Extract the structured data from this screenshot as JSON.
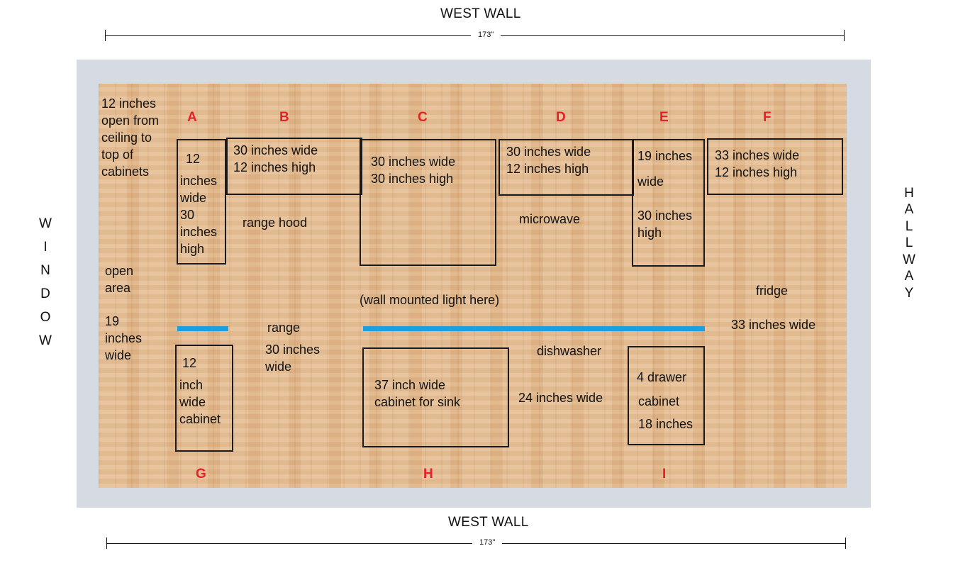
{
  "walls": {
    "top": "WEST WALL",
    "bottom": "WEST WALL",
    "left": [
      "W",
      "I",
      "N",
      "D",
      "O",
      "W"
    ],
    "right": [
      "H",
      "A",
      "L",
      "L",
      "W",
      "A",
      "Y"
    ]
  },
  "dimensions": {
    "top": "173\"",
    "bottom": "173\""
  },
  "notes": {
    "ceiling": [
      "12 inches",
      "open from",
      "ceiling to",
      "top of",
      "cabinets"
    ],
    "open_area": [
      "open",
      "area"
    ],
    "open_width": [
      "19",
      "inches",
      "wide"
    ],
    "range_hood": "range hood",
    "microwave": "microwave",
    "light": "(wall mounted light here)",
    "range": [
      "range",
      "30 inches",
      "wide"
    ],
    "dishwasher": "dishwasher",
    "dishwasher_width": "24 inches wide",
    "fridge": "fridge",
    "fridge_width": "33 inches wide"
  },
  "upper_cabinets": {
    "A": {
      "letter": "A",
      "lines": [
        "12",
        "inches",
        "wide",
        "30",
        "inches",
        "high"
      ]
    },
    "B": {
      "letter": "B",
      "lines": [
        "30 inches wide",
        "12 inches high"
      ]
    },
    "C": {
      "letter": "C",
      "lines": [
        "30 inches wide",
        "30 inches high"
      ]
    },
    "D": {
      "letter": "D",
      "lines": [
        "30 inches wide",
        "12 inches high"
      ]
    },
    "E": {
      "letter": "E",
      "lines": [
        "19 inches",
        "wide",
        "30 inches",
        "high"
      ]
    },
    "F": {
      "letter": "F",
      "lines": [
        "33 inches wide",
        "12 inches high"
      ]
    }
  },
  "lower_cabinets": {
    "G": {
      "letter": "G",
      "lines": [
        "12",
        "inch",
        "wide",
        "cabinet"
      ]
    },
    "H": {
      "letter": "H",
      "lines": [
        "37 inch wide",
        "cabinet for sink"
      ]
    },
    "I": {
      "letter": "I",
      "lines": [
        "4 drawer",
        "cabinet",
        "18 inches"
      ]
    }
  },
  "colors": {
    "cabinet_letter": "#e8202a",
    "countertop_line": "#1aa0e0",
    "frame": "#d6dbe3",
    "floor": "#e3b98d"
  }
}
